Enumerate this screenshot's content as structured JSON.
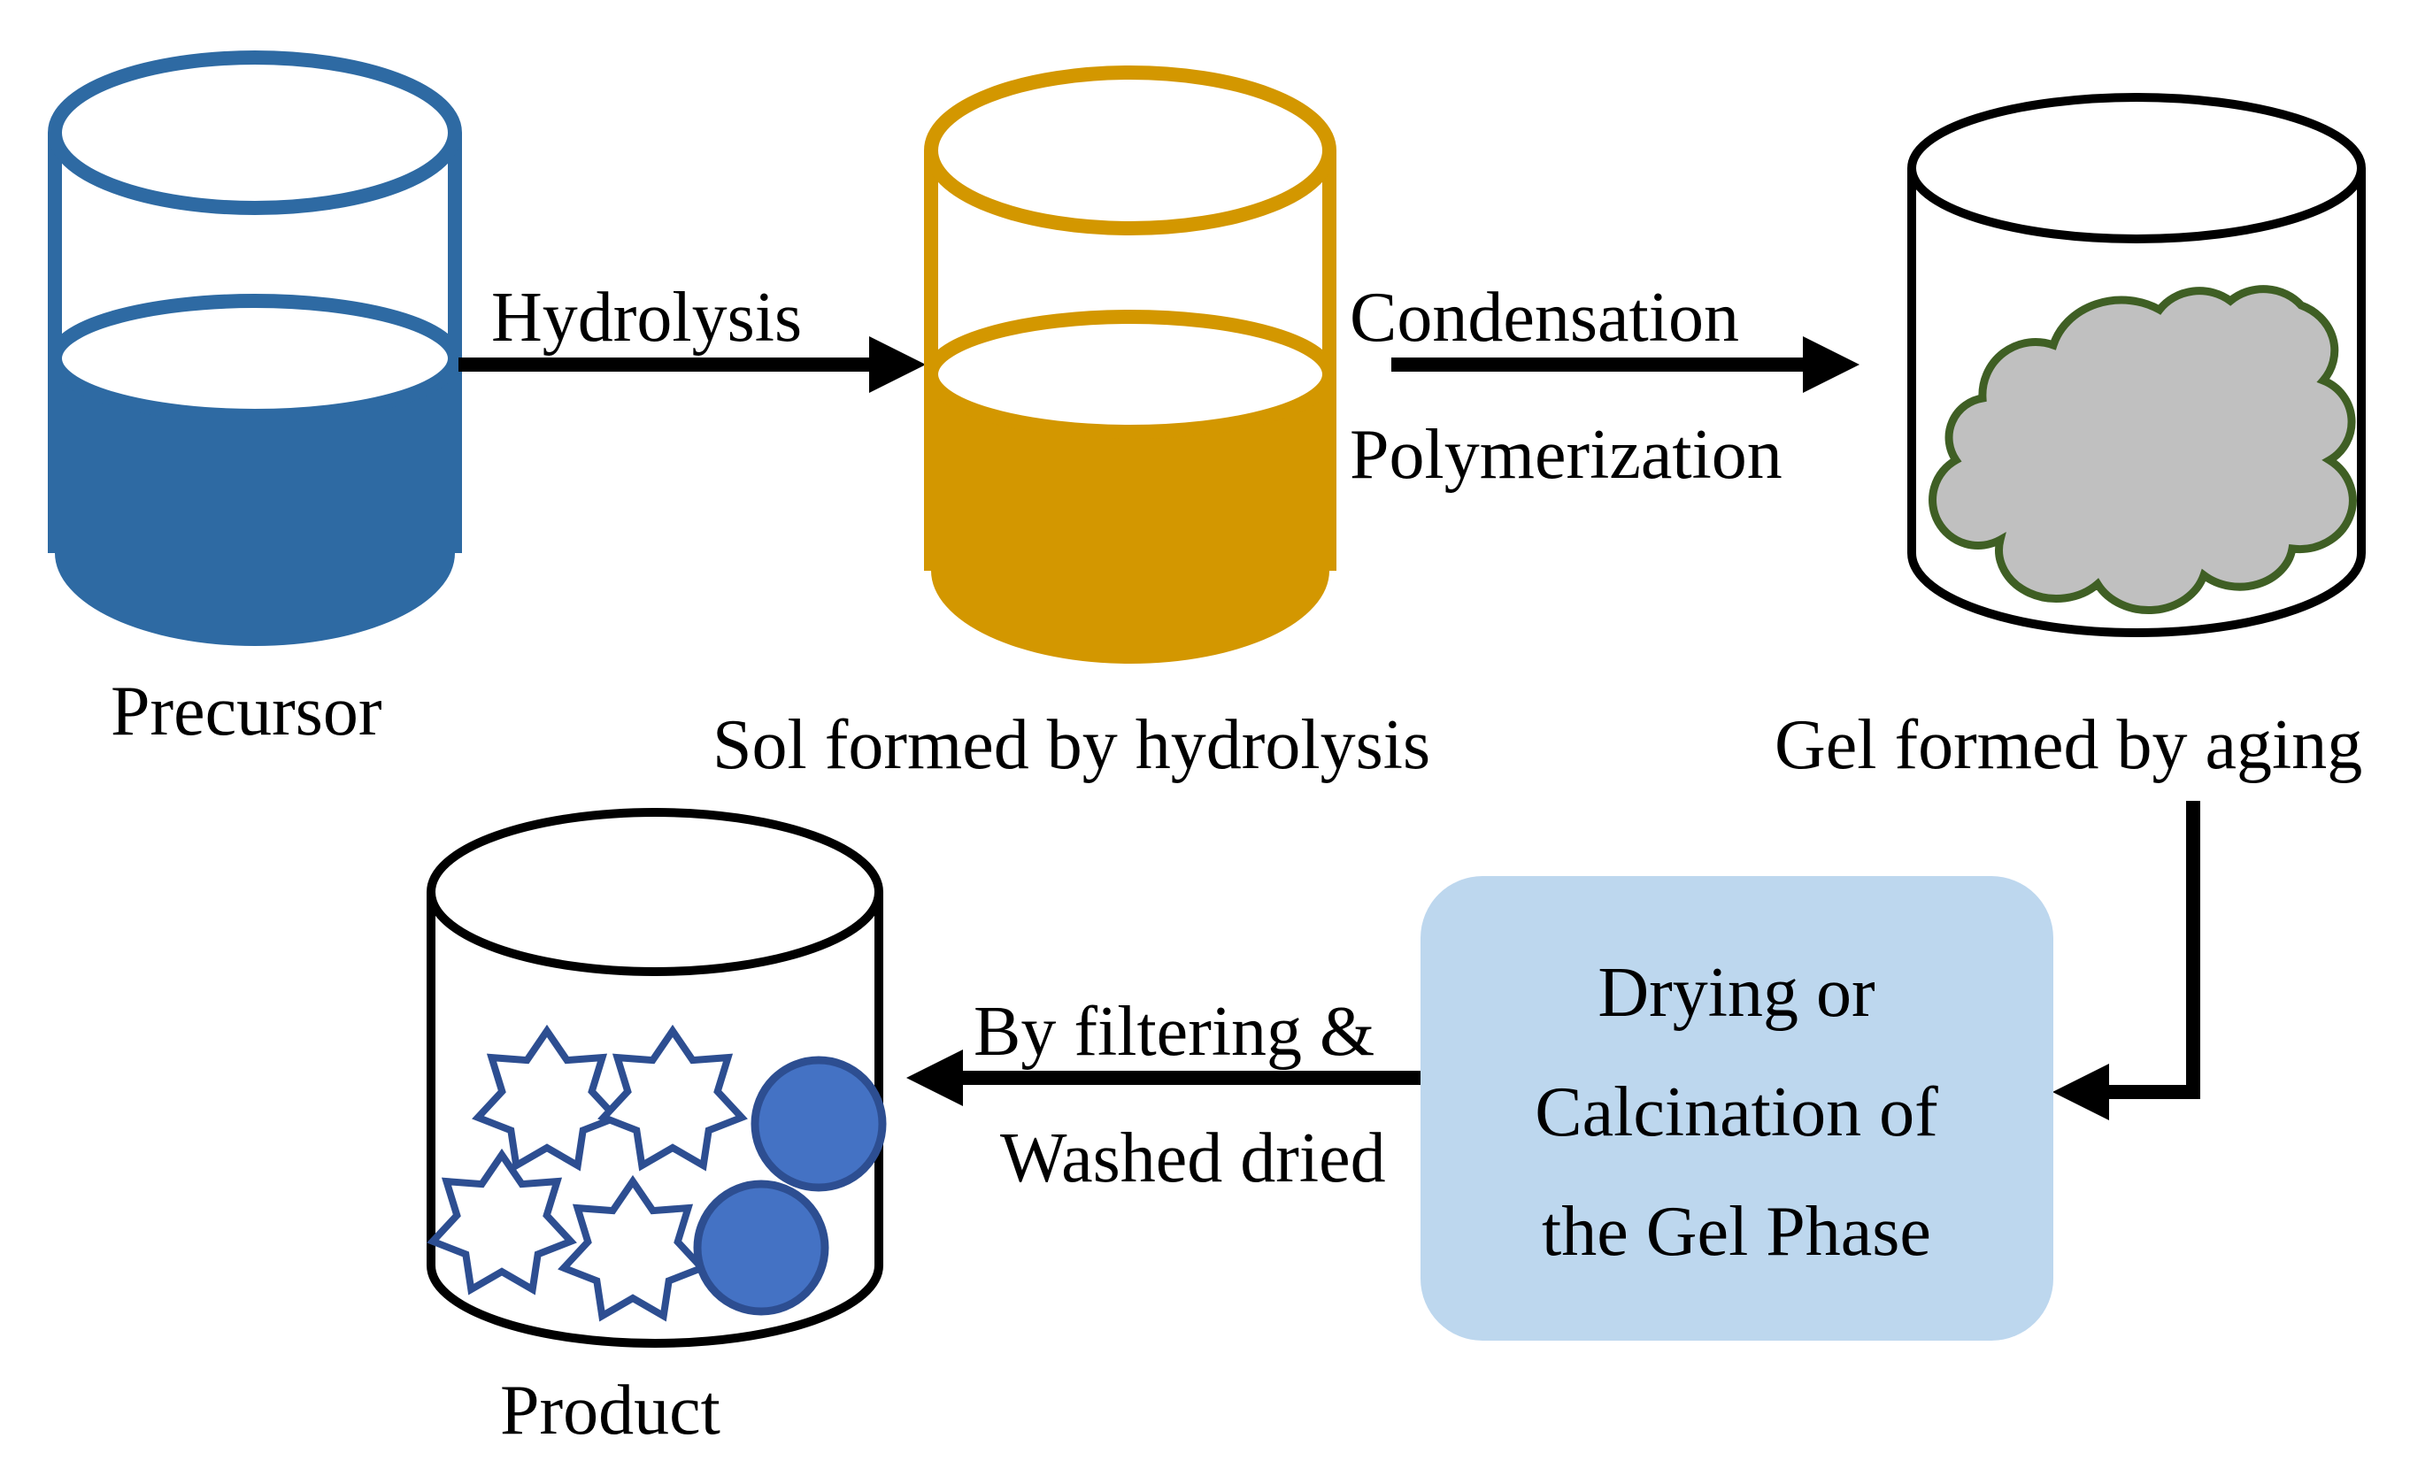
{
  "stages": {
    "precursor": {
      "label": "Precursor"
    },
    "sol": {
      "label": "Sol formed by hydrolysis"
    },
    "gel": {
      "label": "Gel formed by aging"
    },
    "product": {
      "label": "Product"
    }
  },
  "processes": {
    "hydrolysis": {
      "label": "Hydrolysis"
    },
    "condensation": {
      "line1": "Condensation",
      "line2": "Polymerization"
    },
    "filtering": {
      "line1": "By filtering &",
      "line2": "Washed dried"
    }
  },
  "treatment_box": {
    "line1": "Drying or",
    "line2": "Calcination of",
    "line3": "the Gel Phase"
  },
  "colors": {
    "precursor": "#2e6aa3",
    "sol": "#d39700",
    "gel_outline": "#000000",
    "cloud_fill": "#c0c0c0",
    "cloud_stroke": "#3f5f24",
    "box_fill": "#bdd7ee",
    "product_shape": "#2d4e91",
    "product_circle": "#4472c4",
    "arrow": "#000000"
  }
}
